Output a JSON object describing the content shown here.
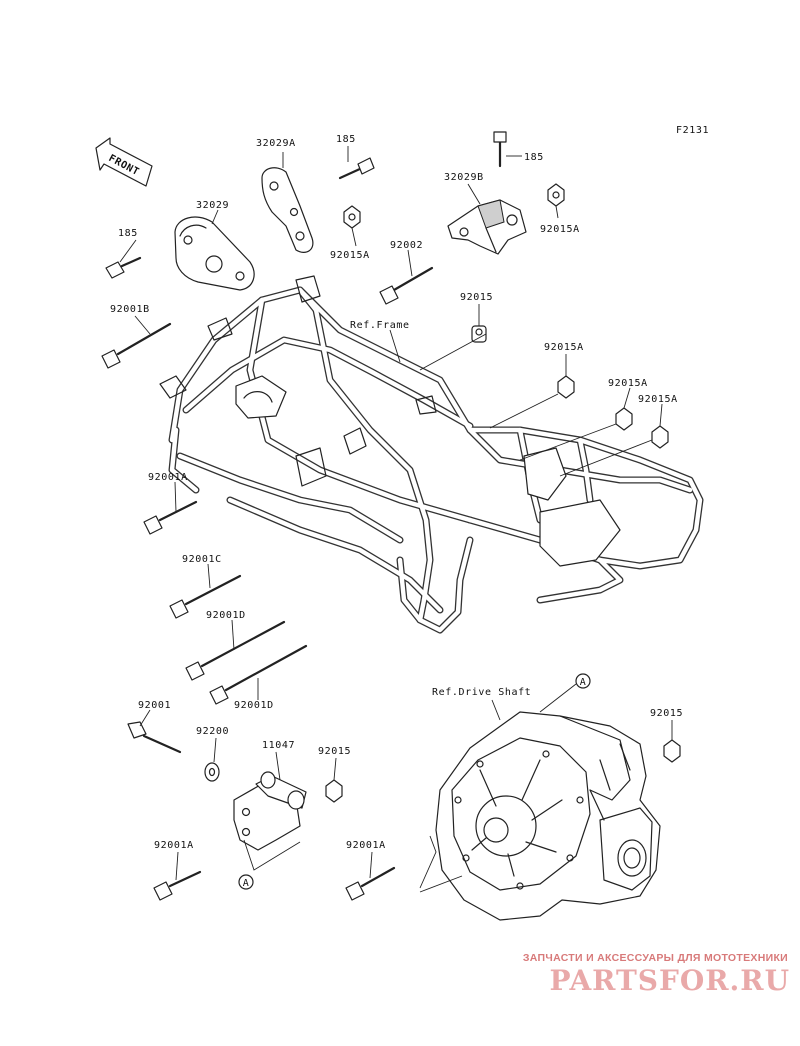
{
  "diagram": {
    "code": "F2131",
    "front_label": "FRONT",
    "refs": {
      "frame": "Ref.Frame",
      "drive_shaft": "Ref.Drive Shaft"
    },
    "callout_marker": "A",
    "parts": {
      "p32029A": "32029A",
      "p185_a": "185",
      "p185_b": "185",
      "p185_c": "185",
      "p32029B": "32029B",
      "p32029": "32029",
      "p92015A_a": "92015A",
      "p92015A_b": "92015A",
      "p92015A_c": "92015A",
      "p92015A_d": "92015A",
      "p92015A_e": "92015A",
      "p92002": "92002",
      "p92001B": "92001B",
      "p92015_a": "92015",
      "p92015_b": "92015",
      "p92015_c": "92015",
      "p92001A_a": "92001A",
      "p92001A_b": "92001A",
      "p92001A_c": "92001A",
      "p92001C": "92001C",
      "p92001D_a": "92001D",
      "p92001D_b": "92001D",
      "p92001": "92001",
      "p92200": "92200",
      "p11047": "11047"
    }
  },
  "watermark": {
    "tagline": "ЗАПЧАСТИ И АКСЕССУАРЫ ДЛЯ МОТОТЕХНИКИ",
    "logo": "PARTSFOR.RU"
  }
}
